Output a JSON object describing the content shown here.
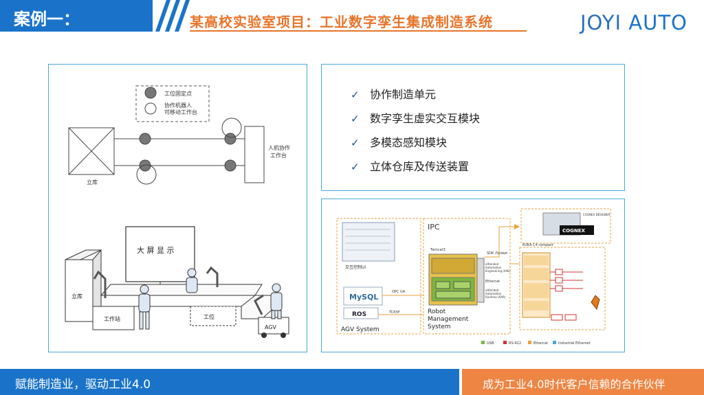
{
  "header": {
    "case_label": "案例一：",
    "title": "某高校实验室项目：工业数字孪生集成制造系统",
    "logo_a": "JOYI",
    "logo_b": " AUTO"
  },
  "layout_diagram": {
    "legend_fixed": "工位固定点",
    "legend_mobile_1": "协作机器人",
    "legend_mobile_2": "可移动工作台",
    "warehouse_label": "立库",
    "hmi_1": "人机协作",
    "hmi_2": "工作台"
  },
  "scene": {
    "screen_label": "大 屏 显 示",
    "warehouse": "立库",
    "station_1": "工作站",
    "station_2": "工位",
    "agv": "AGV"
  },
  "features": [
    "协作制造单元",
    "数字孪生虚实交互模块",
    "多模态感知模块",
    "立体仓库及传送装置"
  ],
  "architecture": {
    "ipc": "IPC",
    "twincat": "Twincat3",
    "sdk": "SDK /Scoket",
    "kuka": "KUKA C4 compact",
    "cognex_top": "COGNEX DESIGNER",
    "cognex": "COGNEX",
    "ui_label": "交互控制UI",
    "opc": "OPC UA",
    "tcpip": "TCP/IP",
    "mysql": "MySQL",
    "ros": "ROS",
    "agv_system": "AGV System",
    "rms_1": "Robot",
    "rms_2": "Management",
    "rms_3": "System",
    "ethercat": "Ethercat",
    "eng_1": "eXtended",
    "eng_2": "Automation",
    "eng_3": "Engineering (XAE)",
    "rt_1": "eXtended",
    "rt_2": "Automation",
    "rt_3": "Runtime (XAR)",
    "legend": [
      "USB",
      "RS-422",
      "Ethercat",
      "Industrial Ethernet"
    ]
  },
  "colors": {
    "primary": "#1a73c9",
    "accent": "#e8742a",
    "footer_right": "#ee8543",
    "panel_border": "#4aa7dc"
  },
  "footer": {
    "left": "赋能制造业，驱动工业4.0",
    "right": "成为工业4.0时代客户信赖的合作伙伴"
  }
}
